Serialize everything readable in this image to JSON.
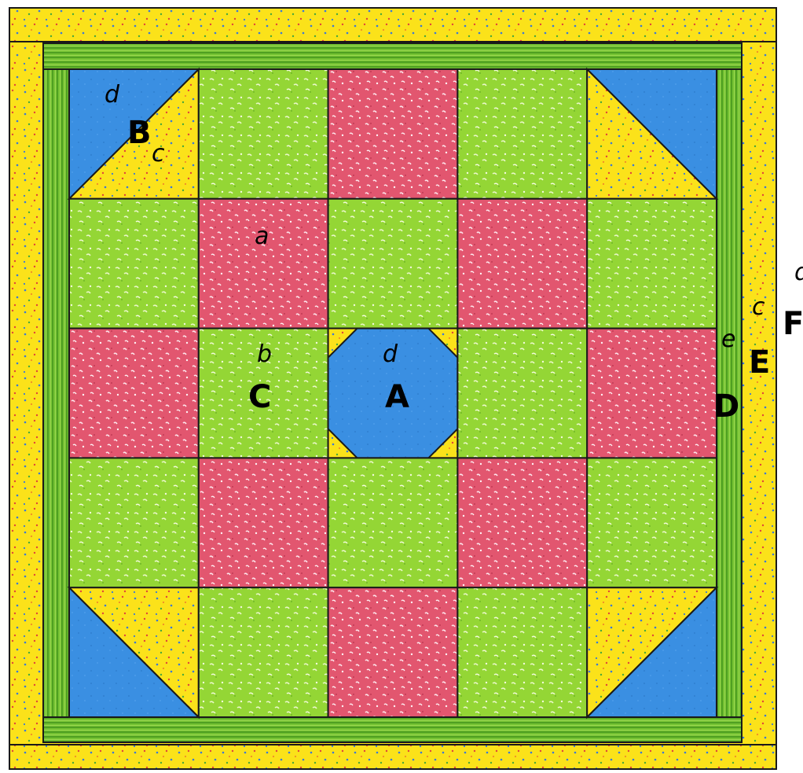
{
  "colors": {
    "yellow": "#fbe21a",
    "green": "#94d635",
    "pink": "#e2566f",
    "blue": "#3a8fe2",
    "stripe": "#6dbd2e",
    "outline": "#1a1a1a"
  },
  "labels": {
    "A": "A",
    "B": "B",
    "C": "C",
    "D": "D",
    "E": "E",
    "F": "F",
    "a": "a",
    "b": "b",
    "c_block": "c",
    "c_border": "c",
    "d_block": "d",
    "d_center": "d",
    "d_outer": "d",
    "e": "e"
  },
  "grid": {
    "rows": 5,
    "cols": 5,
    "cells": [
      [
        "hst-tl",
        "green",
        "pink",
        "green",
        "hst-tr"
      ],
      [
        "green",
        "pink",
        "green",
        "pink",
        "green"
      ],
      [
        "pink",
        "green",
        "octagon",
        "green",
        "pink"
      ],
      [
        "green",
        "pink",
        "green",
        "pink",
        "green"
      ],
      [
        "hst-bl",
        "green",
        "pink",
        "green",
        "hst-br"
      ]
    ]
  }
}
